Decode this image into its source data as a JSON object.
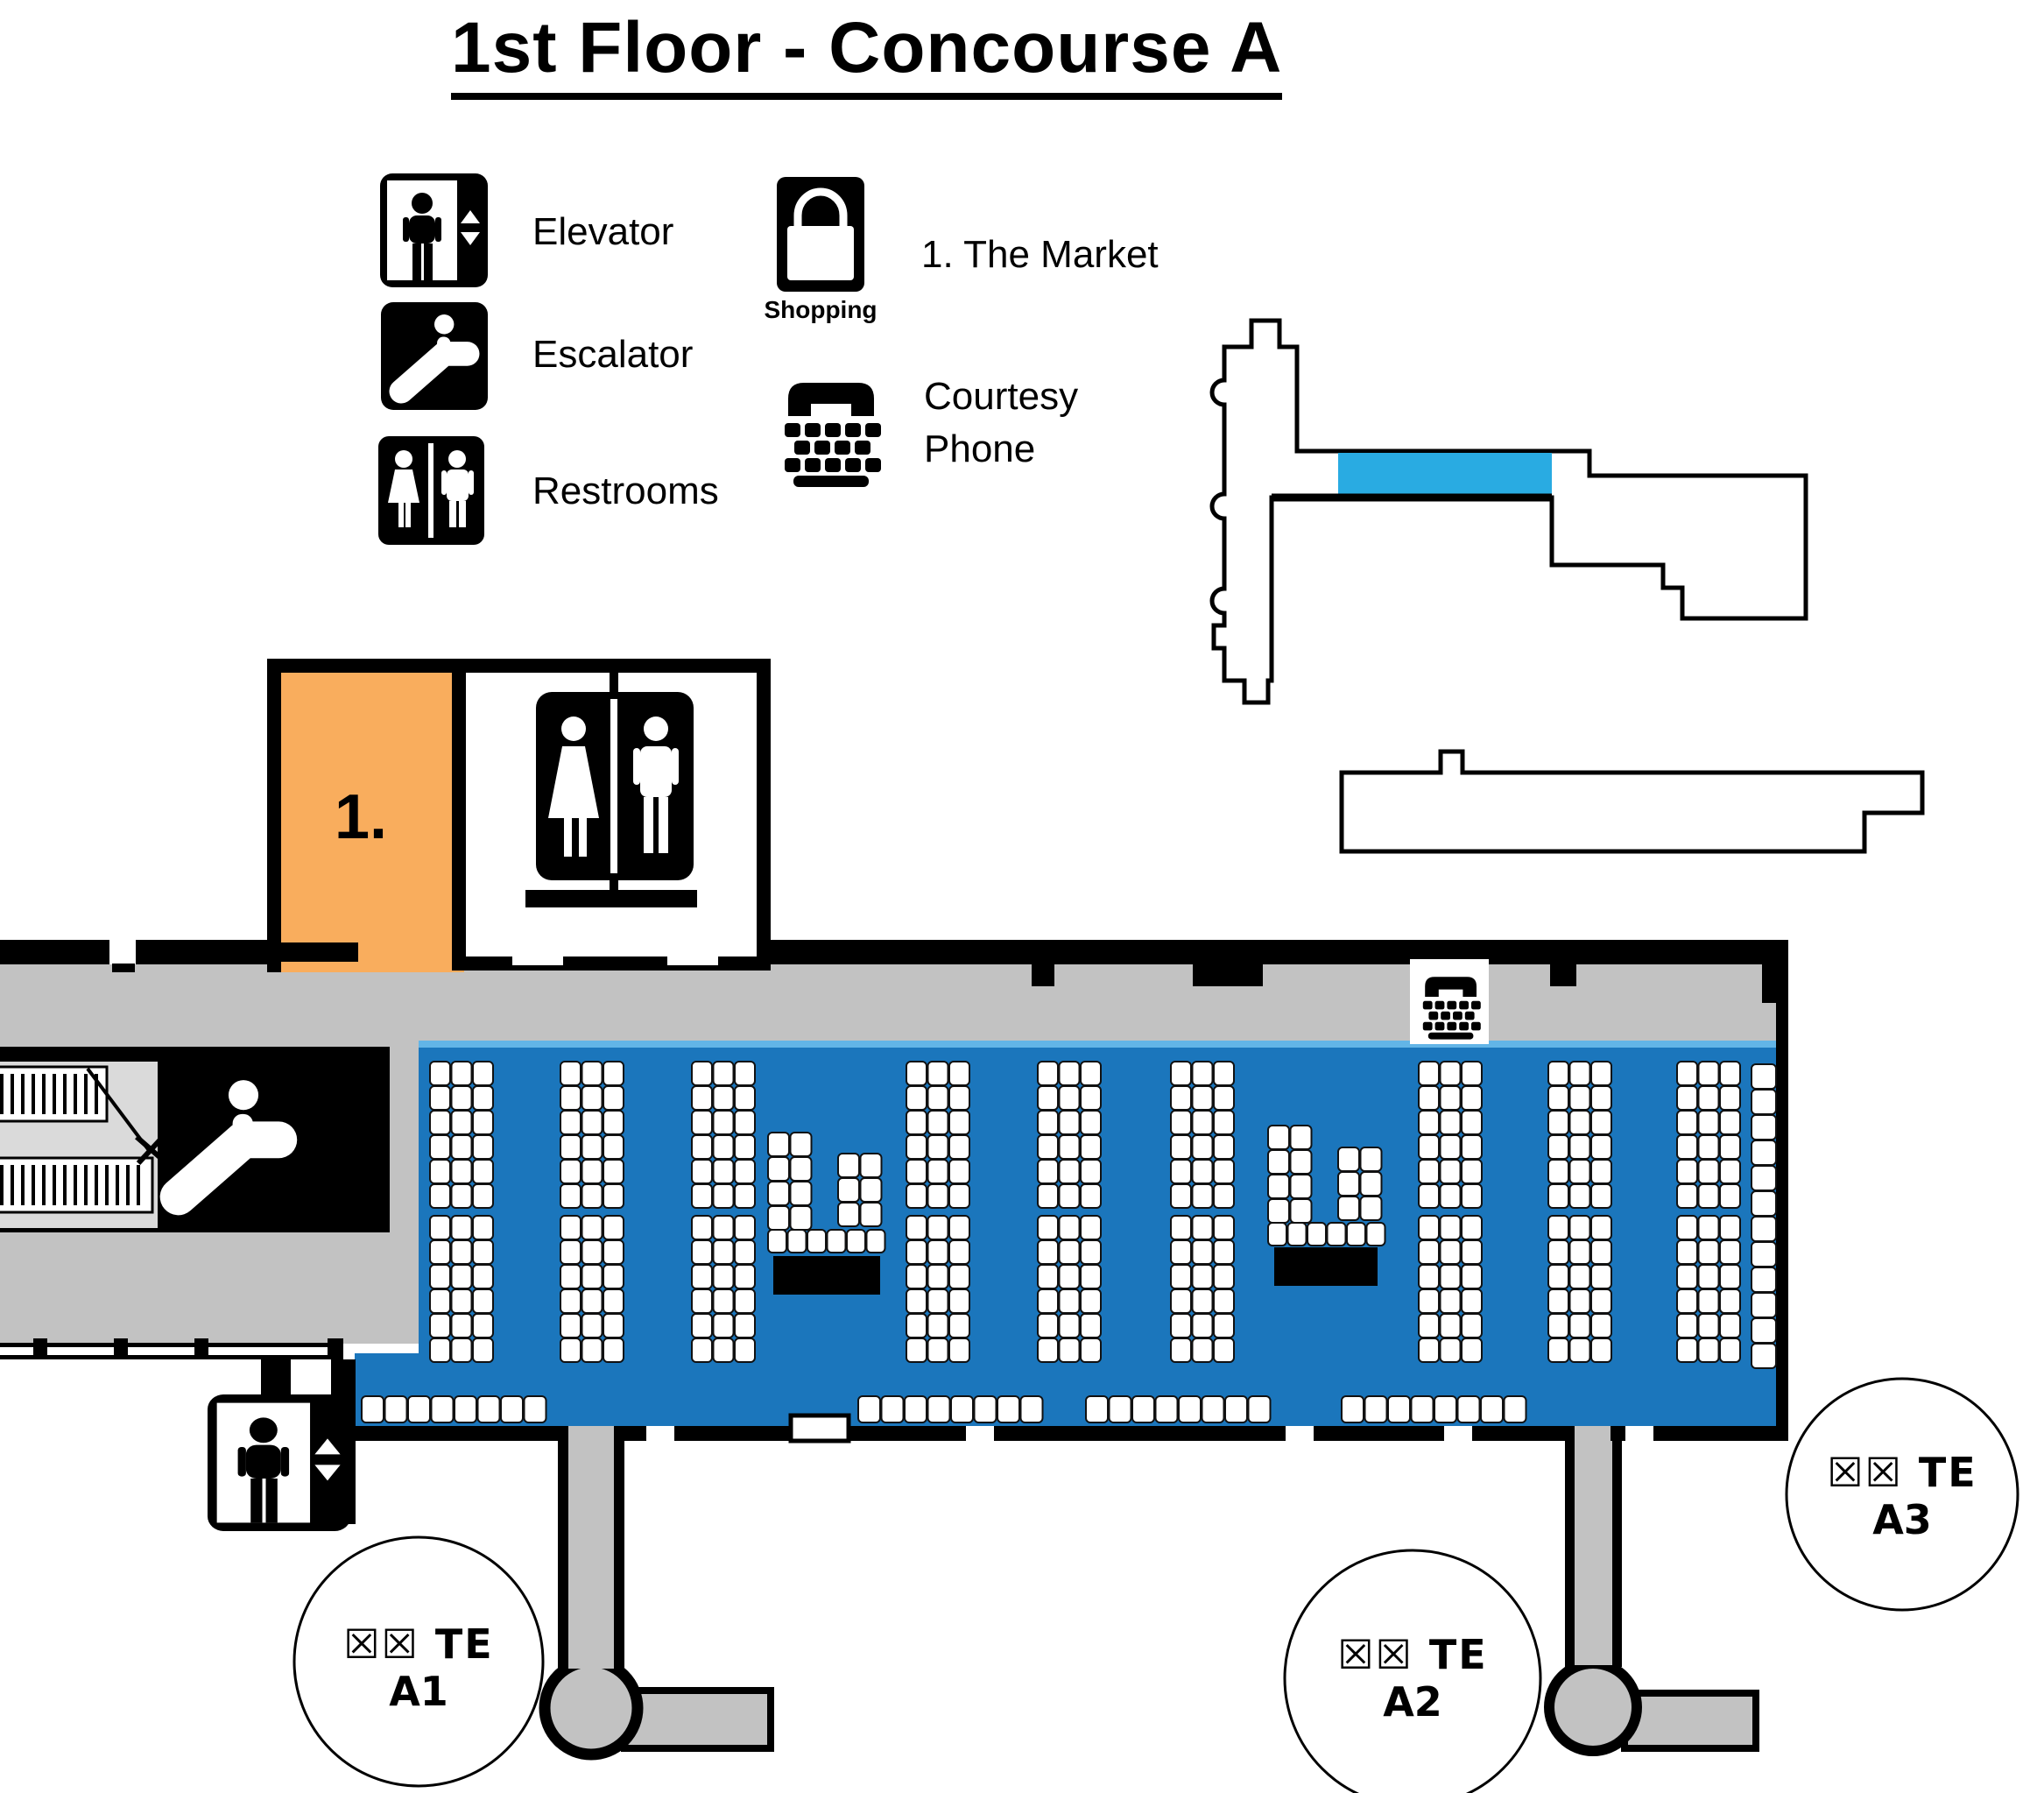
{
  "title": "1st Floor - Concourse A",
  "legend": {
    "facilities": [
      {
        "icon": "elevator-icon",
        "label": "Elevator"
      },
      {
        "icon": "escalator-icon",
        "label": "Escalator"
      },
      {
        "icon": "restrooms-icon",
        "label": "Restrooms"
      }
    ],
    "shopping": {
      "icon": "shopping-bag-icon",
      "caption": "Shopping",
      "entries": [
        "1. The Market"
      ]
    },
    "courtesy_phone": {
      "icon": "courtesy-phone-icon",
      "line1": "Courtesy",
      "line2": "Phone"
    }
  },
  "map": {
    "market_room_label": "1.",
    "gates": [
      {
        "line1": "☒☒ TE",
        "line2": "A1"
      },
      {
        "line1": "☒☒ TE",
        "line2": "A2"
      },
      {
        "line1": "☒☒ TE",
        "line2": "A3"
      }
    ]
  },
  "colors": {
    "concourse_blue": "#1B76BC",
    "concourse_edge_blue": "#62B5E7",
    "locator_highlight_blue": "#29ABE2",
    "corridor_gray": "#C2C2C2",
    "escalator_panel_gray": "#DADADA",
    "room_orange": "#F9AD5D",
    "wall_black": "#000000"
  }
}
